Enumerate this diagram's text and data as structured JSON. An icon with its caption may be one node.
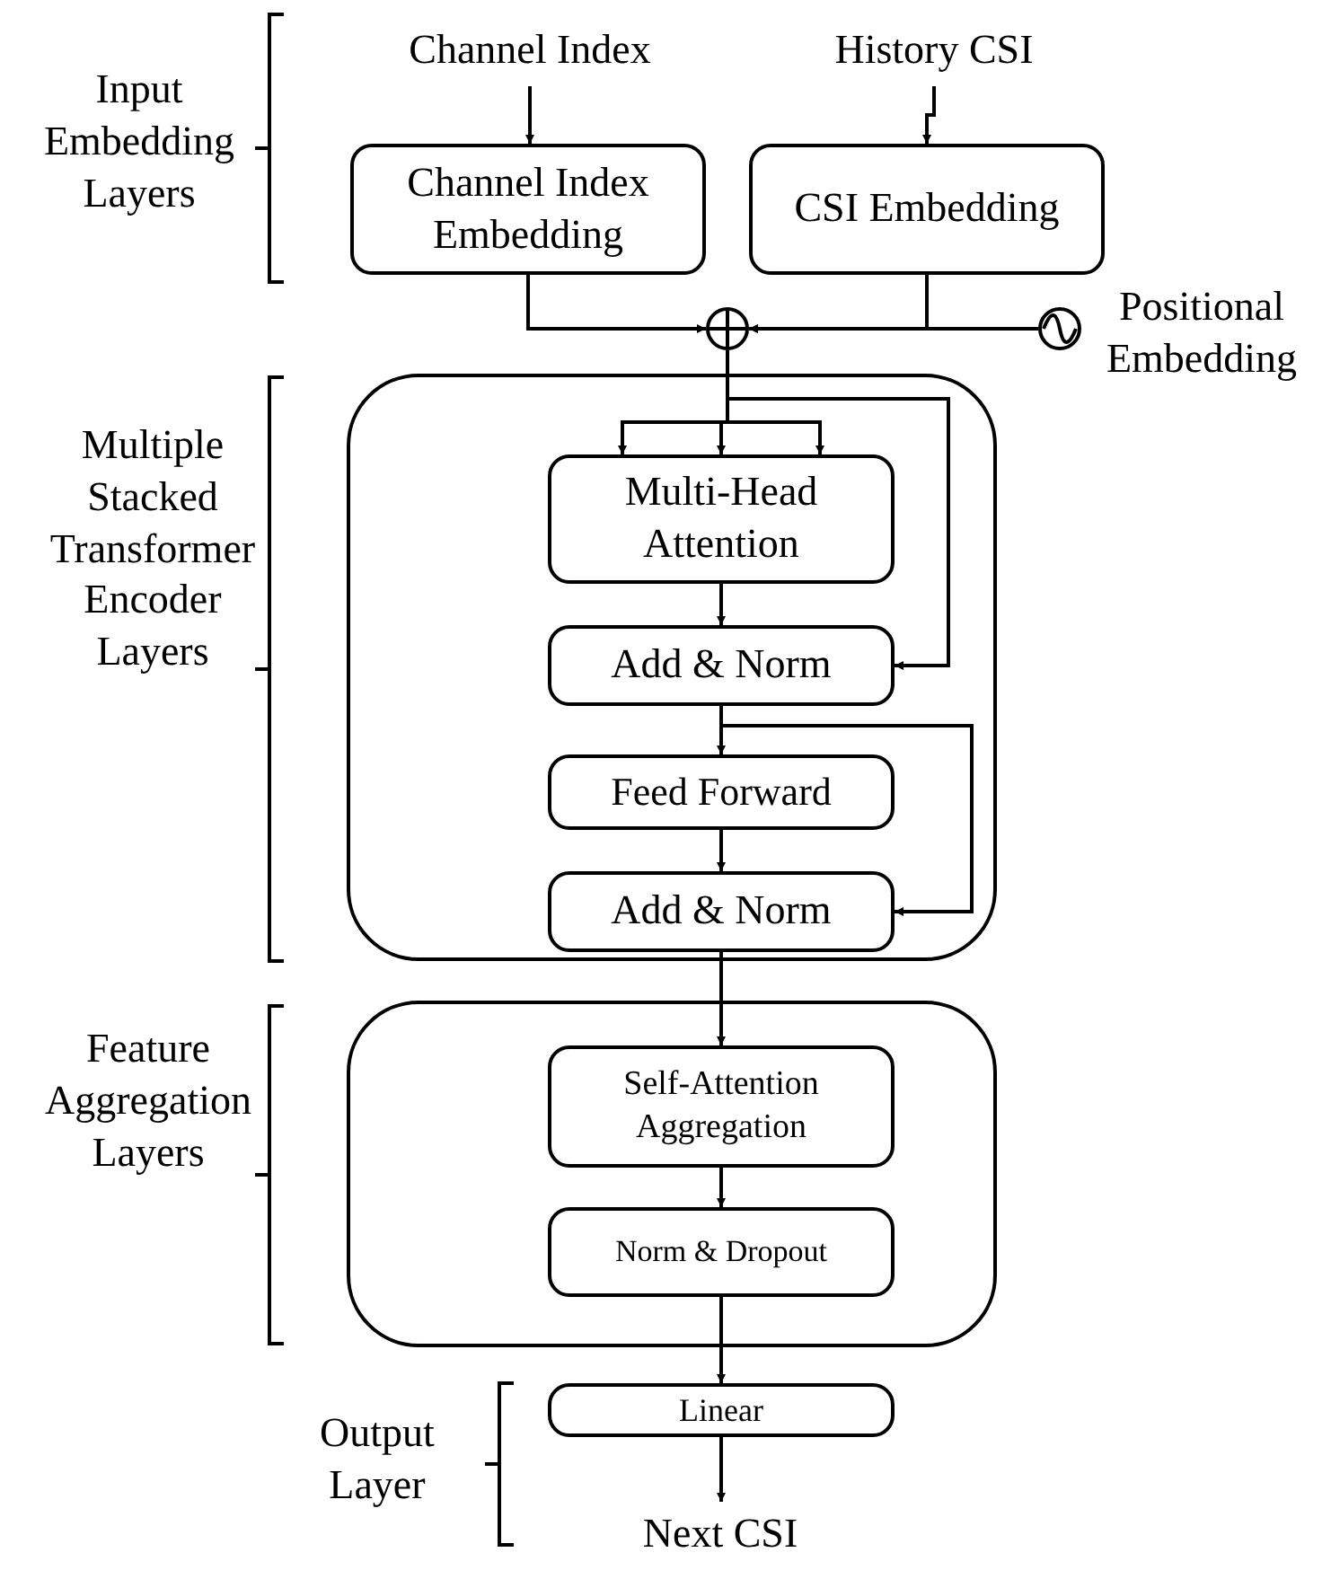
{
  "diagram": {
    "nodes": [
      {
        "text": [
          "Channel Index"
        ]
      },
      {
        "text": [
          "History CSI"
        ]
      },
      {
        "text": [
          "Channel Index Embedding"
        ]
      },
      {
        "text": [
          "CSI Embedding"
        ]
      },
      {
        "text": [],
        "shape": "circle"
      },
      {
        "text": [],
        "shape": "circle",
        "beside": [
          "Positional Embedding"
        ]
      },
      {
        "text": [],
        "shape": "box"
      },
      {
        "text": [
          "Multi-Head Attention"
        ],
        "in": 6
      },
      {
        "text": [
          "Add & Norm"
        ],
        "in": 6
      },
      {
        "text": [
          "Feed Forward"
        ],
        "in": 6
      },
      {
        "text": [
          "Add & Norm"
        ],
        "in": 6
      },
      {
        "text": [],
        "shape": "box"
      },
      {
        "text": [
          "Self-Attention Aggregation"
        ],
        "in": 11
      },
      {
        "text": [
          "Norm & Dropout"
        ],
        "in": 11
      },
      {
        "text": [
          "Linear"
        ]
      },
      {
        "text": [
          "Next CSI"
        ]
      }
    ],
    "edges": [
      {
        "from": 0,
        "to": 2,
        "arrow": "to"
      },
      {
        "from": 1,
        "to": 3,
        "arrow": "to"
      },
      {
        "from": 2,
        "to": 4,
        "arrow": "to"
      },
      {
        "from": 3,
        "to": 4,
        "arrow": "to"
      },
      {
        "from": 5,
        "to": 4,
        "arrow": "to"
      },
      {
        "from": 4,
        "to": 7,
        "arrow": "to"
      },
      {
        "from": 4,
        "to": 7,
        "arrow": "to"
      },
      {
        "from": 4,
        "to": 7,
        "arrow": "to"
      },
      {
        "from": 4,
        "to": 8,
        "arrow": "to"
      },
      {
        "from": 7,
        "to": 8,
        "arrow": "to"
      },
      {
        "from": 8,
        "to": 9,
        "arrow": "to"
      },
      {
        "from": 8,
        "to": 10,
        "arrow": "to"
      },
      {
        "from": 9,
        "to": 10,
        "arrow": "to"
      },
      {
        "from": 10,
        "to": 12,
        "arrow": "to"
      },
      {
        "from": 12,
        "to": 13,
        "arrow": "to"
      },
      {
        "from": 13,
        "to": 14,
        "arrow": "to"
      },
      {
        "from": 14,
        "to": 15,
        "arrow": "to"
      }
    ],
    "labels": [
      "Input Embedding Layers",
      "Multiple Stacked Transformer Encoder Layers",
      "Feature Aggregation Layers",
      "Output Layer"
    ]
  }
}
